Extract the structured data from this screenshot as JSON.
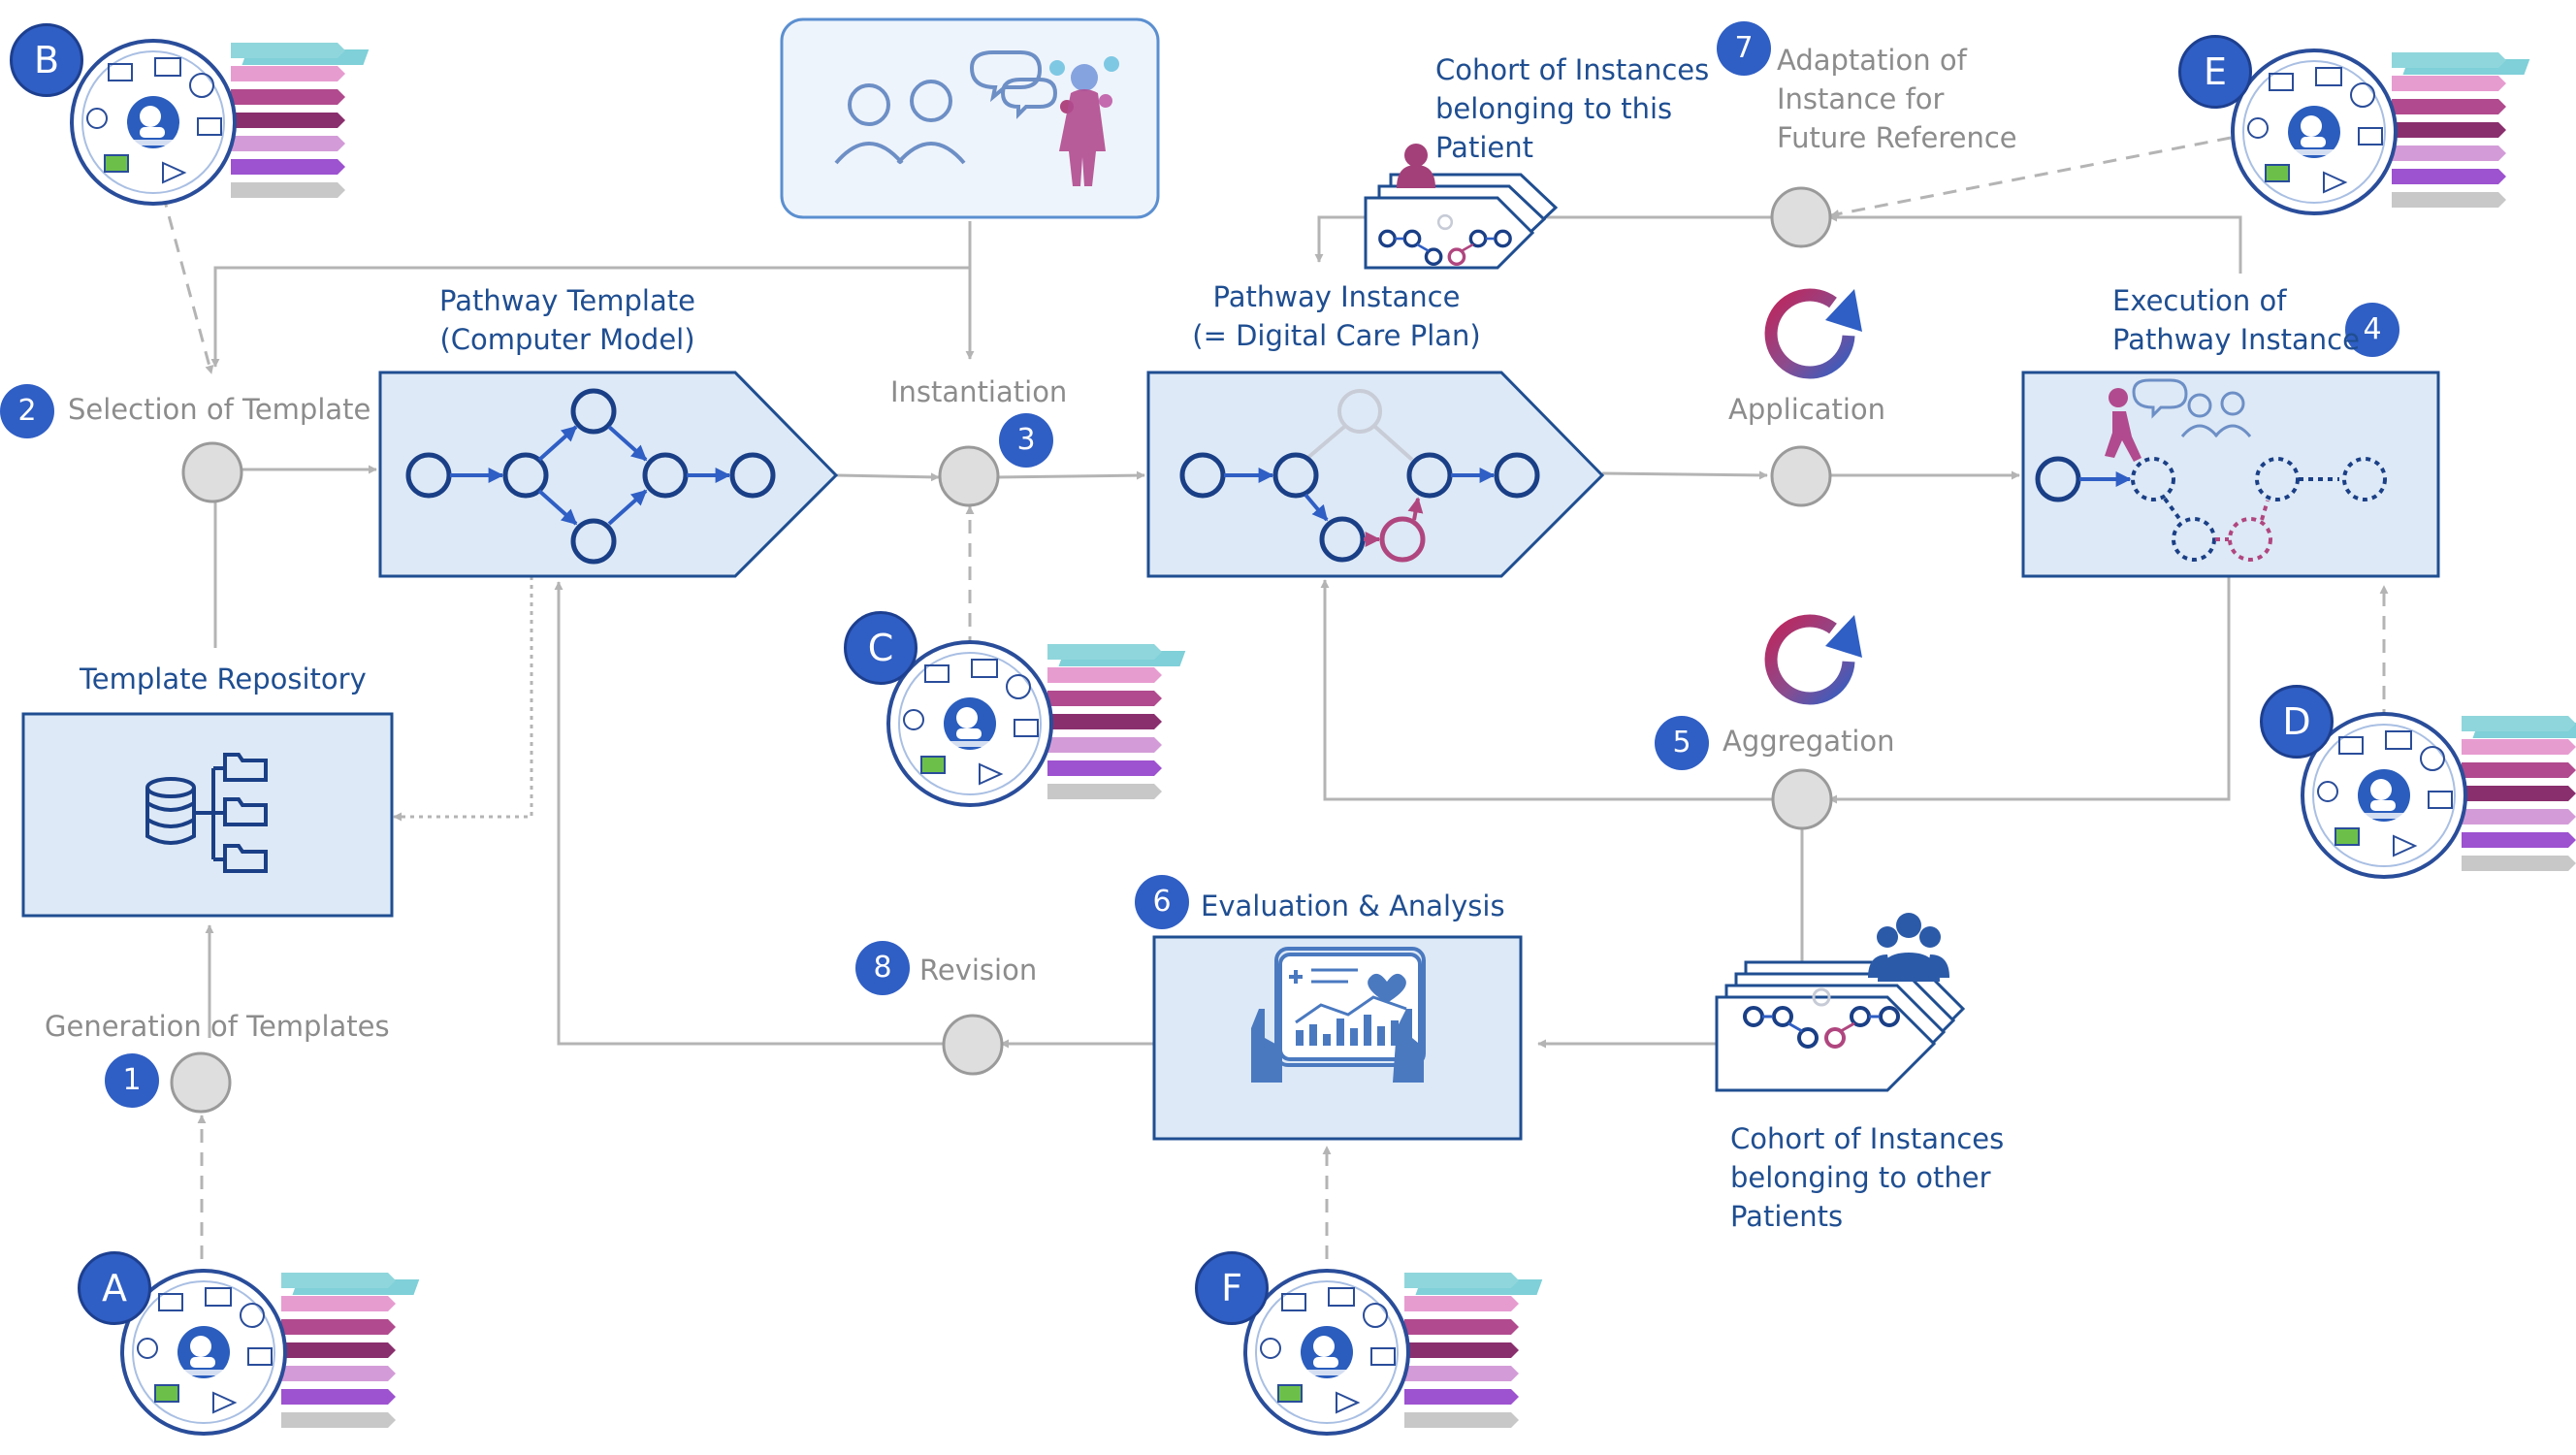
{
  "colors": {
    "box_fill": "#dde9f6",
    "box_stroke": "#1f4e91",
    "node_stroke": "#1a3f86",
    "accent_pink": "#b0467f",
    "connector": "#b4b4b4",
    "badge": "#2f5ec4"
  },
  "labels": {
    "selection_of_template": "Selection of Template",
    "pathway_template": [
      "Pathway Template",
      "(Computer Model)"
    ],
    "instantiation": "Instantiation",
    "pathway_instance": [
      "Pathway Instance",
      "(= Digital Care Plan)"
    ],
    "cohort_this_patient": [
      "Cohort of Instances",
      "belonging to this",
      "Patient"
    ],
    "adaptation": [
      "Adaptation of",
      "Instance for",
      "Future Reference"
    ],
    "application": "Application",
    "execution": [
      "Execution of",
      "Pathway Instance"
    ],
    "template_repository": "Template Repository",
    "aggregation": "Aggregation",
    "evaluation": "Evaluation & Analysis",
    "revision": "Revision",
    "generation_of_templates": "Generation of Templates",
    "cohort_other_patients": [
      "Cohort of Instances",
      "belonging to other",
      "Patients"
    ]
  },
  "step_badges": {
    "s1": "1",
    "s2": "2",
    "s3": "3",
    "s4": "4",
    "s5": "5",
    "s6": "6",
    "s7": "7",
    "s8": "8"
  },
  "resource_letters": {
    "a": "A",
    "b": "B",
    "c": "C",
    "d": "D",
    "e": "E",
    "f": "F"
  },
  "icons": {
    "twin_center": "digital-twin-icon",
    "cycle": "cycle-arrow-icon",
    "database": "database-tree-icon",
    "people": "people-group-icon",
    "analytics": "tablet-analytics-icon",
    "clinicians": "clinicians-patient-icon"
  }
}
